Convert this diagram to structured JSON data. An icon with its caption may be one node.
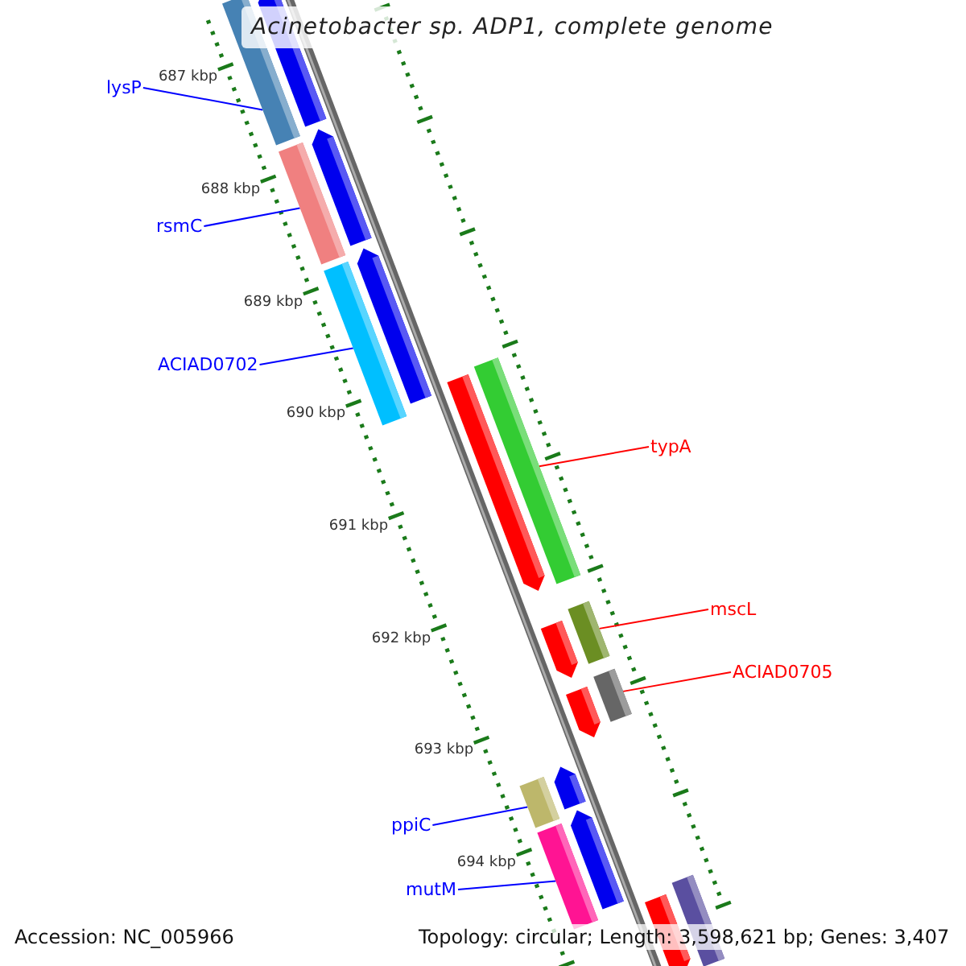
{
  "diagram": {
    "title": "Acinetobacter sp. ADP1, complete genome",
    "nodes": [
      {
        "text": [
          "lysP"
        ]
      },
      {
        "text": [],
        "shape": "bar"
      },
      {
        "text": [
          "rsmC"
        ]
      },
      {
        "text": [],
        "shape": "bar"
      },
      {
        "text": [
          "ACIAD0702"
        ]
      },
      {
        "text": [],
        "shape": "bar"
      },
      {
        "text": [
          "typA"
        ]
      },
      {
        "text": [],
        "shape": "bar"
      },
      {
        "text": [
          "mscL"
        ]
      },
      {
        "text": [],
        "shape": "bar"
      },
      {
        "text": [
          "ACIAD0705"
        ]
      },
      {
        "text": [],
        "shape": "bar"
      },
      {
        "text": [
          "ppiC"
        ]
      },
      {
        "text": [],
        "shape": "bar"
      },
      {
        "text": [
          "mutM"
        ]
      },
      {
        "text": [],
        "shape": "bar"
      },
      {
        "text": [],
        "shape": "bar"
      },
      {
        "text": [],
        "shape": "bar"
      },
      {
        "text": [],
        "shape": "bar"
      },
      {
        "text": [],
        "shape": "bar"
      },
      {
        "text": [],
        "shape": "bar"
      },
      {
        "text": [],
        "shape": "bar"
      },
      {
        "text": [],
        "shape": "bar"
      },
      {
        "text": [],
        "shape": "bar"
      },
      {
        "text": [],
        "shape": "bar"
      },
      {
        "text": [],
        "shape": "bar"
      }
    ],
    "edges": [
      {
        "from": 0,
        "to": 1,
        "arrow": "none"
      },
      {
        "from": 2,
        "to": 3,
        "arrow": "none"
      },
      {
        "from": 4,
        "to": 5,
        "arrow": "none"
      },
      {
        "from": 6,
        "to": 7,
        "arrow": "none",
        "color": "#ff0000"
      },
      {
        "from": 8,
        "to": 9,
        "arrow": "none",
        "color": "#ff0000"
      },
      {
        "from": 10,
        "to": 11,
        "arrow": "none",
        "color": "#ff0000"
      },
      {
        "from": 12,
        "to": 13,
        "arrow": "none"
      },
      {
        "from": 14,
        "to": 15,
        "arrow": "none"
      }
    ],
    "labels": [
      "687 kbp",
      "688 kbp",
      "689 kbp",
      "690 kbp",
      "691 kbp",
      "692 kbp",
      "693 kbp",
      "694 kbp",
      "Accession: NC_005966",
      "Topology: circular; Length: 3,598,621 bp; Genes: 3,407"
    ]
  }
}
